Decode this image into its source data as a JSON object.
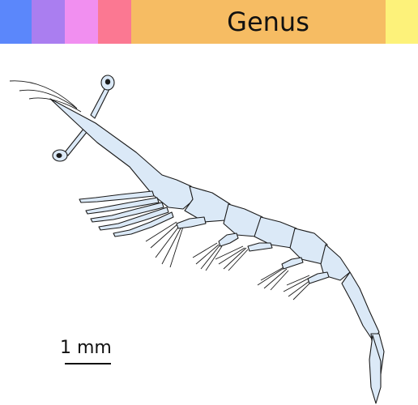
{
  "rank_bar": {
    "segments": [
      {
        "id": "seg-1",
        "color": "#5b87fb"
      },
      {
        "id": "seg-2",
        "color": "#aa7ef0"
      },
      {
        "id": "seg-3",
        "color": "#f18ff0"
      },
      {
        "id": "seg-4",
        "color": "#fb7892"
      },
      {
        "id": "seg-5",
        "color": "#f6bc63",
        "label": "Genus"
      },
      {
        "id": "seg-6",
        "color": "#fdf27a"
      }
    ]
  },
  "specimen": {
    "fill": "#dbe9f7",
    "stroke": "#1a1a1a"
  },
  "scale": {
    "label": "1 mm"
  }
}
